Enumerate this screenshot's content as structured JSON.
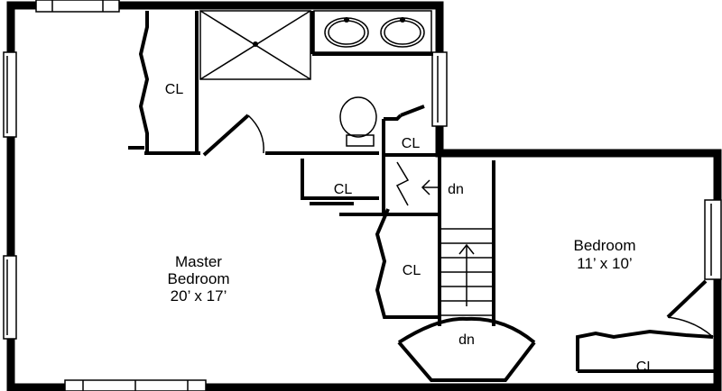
{
  "floor_plan": {
    "rooms": {
      "master_bedroom": {
        "name_line1": "Master",
        "name_line2": "Bedroom",
        "dimensions": "20’ x 17’"
      },
      "bedroom": {
        "name": "Bedroom",
        "dimensions": "11’ x 10’"
      }
    },
    "closets": {
      "master_closet": "CL",
      "bath_closet": "CL",
      "hall_closet": "CL",
      "stair_closet": "CL",
      "bedroom_closet": "CL"
    },
    "stairs": {
      "down_upper": "dn",
      "down_lower": "dn"
    }
  }
}
